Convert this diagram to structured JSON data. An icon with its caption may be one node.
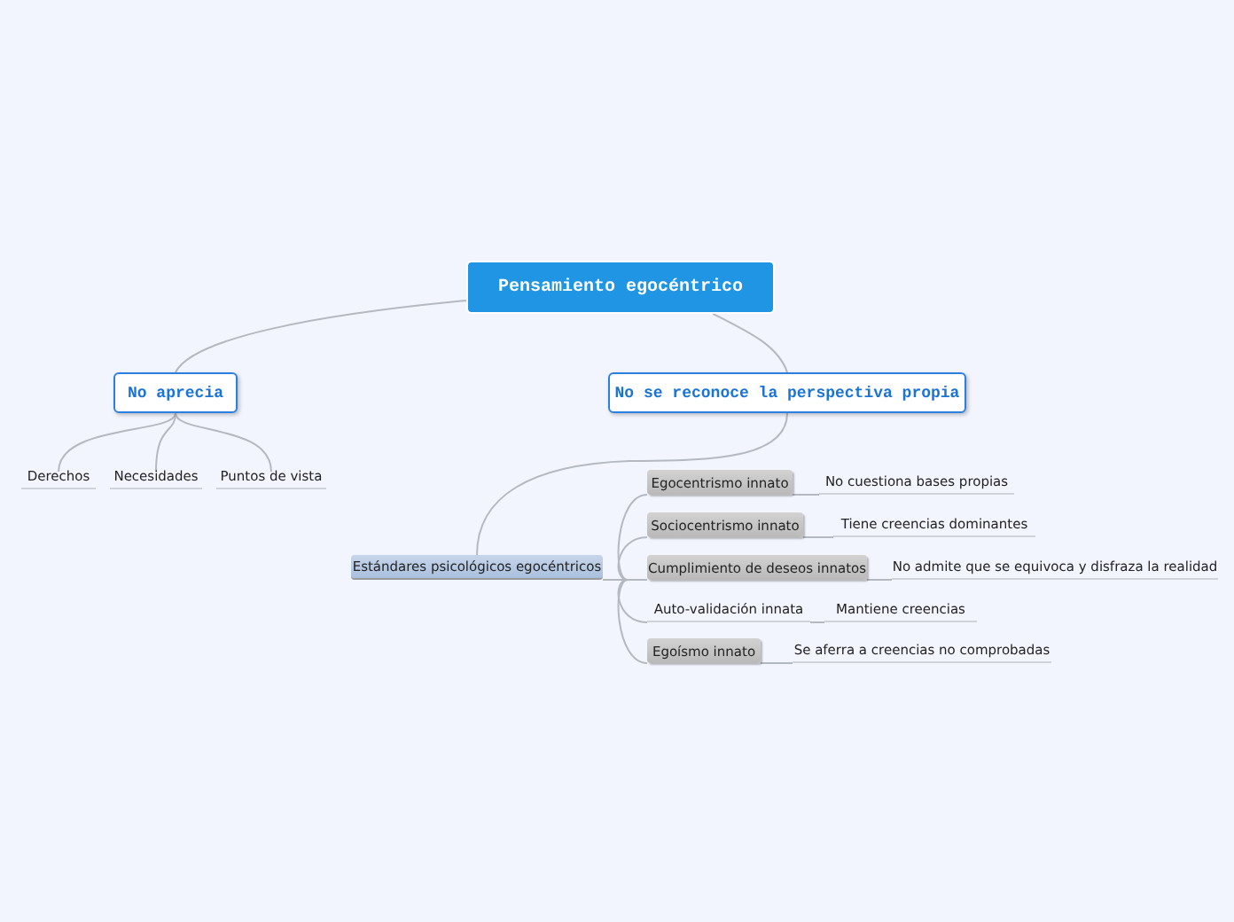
{
  "diagram": {
    "nodes": [
      {
        "text": [
          "Pensamiento egocéntrico"
        ]
      },
      {
        "text": [
          "No aprecia"
        ]
      },
      {
        "text": [
          "No se reconoce la perspectiva propia"
        ]
      },
      {
        "text": [
          "Derechos"
        ]
      },
      {
        "text": [
          "Necesidades"
        ]
      },
      {
        "text": [
          "Puntos de vista"
        ]
      },
      {
        "text": [
          "Estándares psicológicos egocéntricos"
        ]
      },
      {
        "text": [
          "Egocentrismo innato"
        ]
      },
      {
        "text": [
          "No cuestiona bases propias"
        ]
      },
      {
        "text": [
          "Sociocentrismo innato"
        ]
      },
      {
        "text": [
          "Tiene creencias dominantes"
        ]
      },
      {
        "text": [
          "Cumplimiento de deseos innatos"
        ]
      },
      {
        "text": [
          "No admite que se equivoca y disfraza la realidad"
        ]
      },
      {
        "text": [
          "Auto-validación innata"
        ]
      },
      {
        "text": [
          "Mantiene creencias"
        ]
      },
      {
        "text": [
          "Egoísmo innato"
        ]
      },
      {
        "text": [
          "Se aferra a creencias no comprobadas"
        ]
      }
    ],
    "edges": [
      {
        "from": 0,
        "to": 1,
        "arrow": "none"
      },
      {
        "from": 0,
        "to": 2,
        "arrow": "none"
      },
      {
        "from": 1,
        "to": 3,
        "arrow": "none"
      },
      {
        "from": 1,
        "to": 4,
        "arrow": "none"
      },
      {
        "from": 1,
        "to": 5,
        "arrow": "none"
      },
      {
        "from": 2,
        "to": 6,
        "arrow": "none"
      },
      {
        "from": 6,
        "to": 7,
        "arrow": "none"
      },
      {
        "from": 6,
        "to": 9,
        "arrow": "none"
      },
      {
        "from": 6,
        "to": 11,
        "arrow": "none"
      },
      {
        "from": 6,
        "to": 13,
        "arrow": "none"
      },
      {
        "from": 6,
        "to": 15,
        "arrow": "none"
      },
      {
        "from": 7,
        "to": 8,
        "arrow": "none"
      },
      {
        "from": 9,
        "to": 10,
        "arrow": "none"
      },
      {
        "from": 11,
        "to": 12,
        "arrow": "none"
      },
      {
        "from": 13,
        "to": 14,
        "arrow": "none"
      },
      {
        "from": 15,
        "to": 16,
        "arrow": "none"
      }
    ]
  }
}
